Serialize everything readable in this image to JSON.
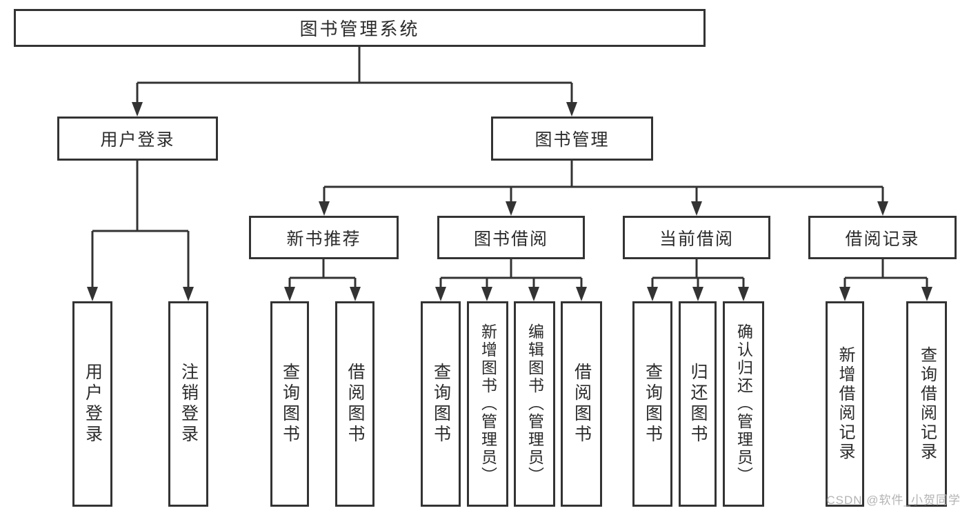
{
  "diagram": {
    "tree": {
      "label": "图书管理系统",
      "children": [
        {
          "label": "用户登录",
          "children": [
            {
              "label": "用户登录"
            },
            {
              "label": "注销登录"
            }
          ]
        },
        {
          "label": "图书管理",
          "children": [
            {
              "label": "新书推荐",
              "children": [
                {
                  "label": "查询图书"
                },
                {
                  "label": "借阅图书"
                }
              ]
            },
            {
              "label": "图书借阅",
              "children": [
                {
                  "label": "查询图书"
                },
                {
                  "label": "新增图书（管理员）"
                },
                {
                  "label": "编辑图书（管理员）"
                },
                {
                  "label": "借阅图书"
                }
              ]
            },
            {
              "label": "当前借阅",
              "children": [
                {
                  "label": "查询图书"
                },
                {
                  "label": "归还图书"
                },
                {
                  "label": "确认归还（管理员）"
                }
              ]
            },
            {
              "label": "借阅记录",
              "children": [
                {
                  "label": "新增借阅记录"
                },
                {
                  "label": "查询借阅记录"
                }
              ]
            }
          ]
        }
      ]
    }
  },
  "watermark": {
    "text": "CSDN @软件_小贺同学"
  },
  "colors": {
    "line": "#333333",
    "box_border": "#333333",
    "text": "#2b2b2b",
    "watermark": "#b3b3b3",
    "background": "#ffffff"
  }
}
